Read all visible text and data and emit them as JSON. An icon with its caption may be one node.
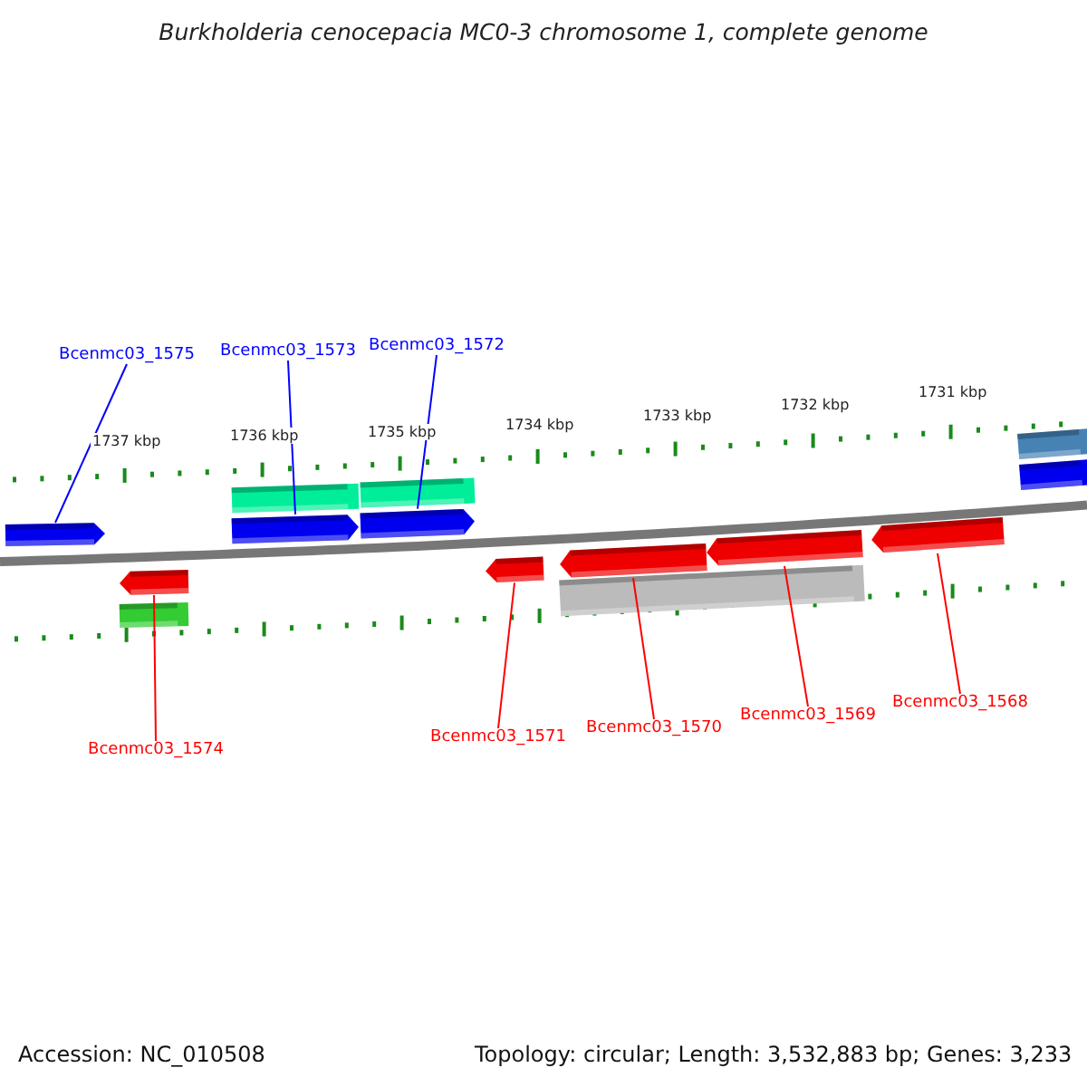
{
  "diagram": {
    "title": "Burkholderia cenocepacia MC0-3 chromosome 1, complete genome",
    "nodes": [
      {
        "text": [
          "Bcenmc03_1575"
        ]
      },
      {
        "text": [
          "Bcenmc03_1573"
        ]
      },
      {
        "text": [
          "Bcenmc03_1572"
        ]
      },
      {
        "text": [
          "Bcenmc03_1574"
        ]
      },
      {
        "text": [
          "Bcenmc03_1571"
        ]
      },
      {
        "text": [
          "Bcenmc03_1570"
        ]
      },
      {
        "text": [
          "Bcenmc03_1569"
        ]
      },
      {
        "text": [
          "Bcenmc03_1568"
        ]
      },
      {
        "text": [],
        "shape": "arrow"
      },
      {
        "text": [],
        "shape": "arrow"
      },
      {
        "text": [],
        "shape": "box"
      },
      {
        "text": [],
        "shape": "box"
      },
      {
        "text": [],
        "shape": "arrow"
      },
      {
        "text": [],
        "shape": "box"
      },
      {
        "text": [],
        "shape": "arrow"
      },
      {
        "text": [],
        "shape": "arrow"
      },
      {
        "text": [],
        "shape": "arrow"
      },
      {
        "text": [],
        "shape": "bar"
      },
      {
        "text": [],
        "shape": "arrow"
      },
      {
        "text": [],
        "shape": "arrow"
      },
      {
        "text": [],
        "shape": "box"
      },
      {
        "text": [],
        "shape": "box"
      }
    ],
    "edges": [
      {
        "from": 0,
        "to": 8,
        "arrow": "none",
        "color": "#0000ff"
      },
      {
        "from": 1,
        "to": 12,
        "arrow": "none",
        "color": "#0000ff"
      },
      {
        "from": 2,
        "to": 14,
        "arrow": "none",
        "color": "#0000ff"
      },
      {
        "from": 3,
        "to": 9,
        "arrow": "none"
      },
      {
        "from": 4,
        "to": 15,
        "arrow": "none"
      },
      {
        "from": 5,
        "to": 16,
        "arrow": "none"
      },
      {
        "from": 6,
        "to": 18,
        "arrow": "none"
      },
      {
        "from": 7,
        "to": 19,
        "arrow": "none"
      }
    ],
    "labels": [
      "1737 kbp",
      "1736 kbp",
      "1735 kbp",
      "1734 kbp",
      "1733 kbp",
      "1732 kbp",
      "1731 kbp",
      "Accession: NC_010508",
      "Topology: circular; Length: 3,532,883 bp; Genes: 3,233"
    ]
  }
}
